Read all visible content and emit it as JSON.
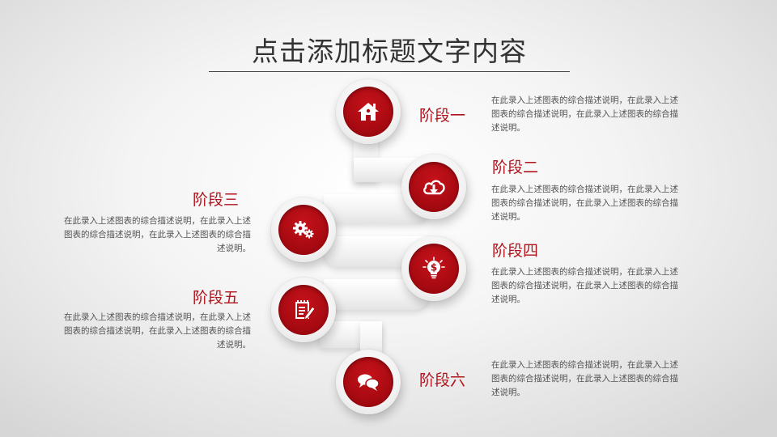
{
  "title": "点击添加标题文字内容",
  "colors": {
    "accent": "#b0141c",
    "disc": "#a90a12",
    "text": "#555555",
    "title": "#333333"
  },
  "stages": [
    {
      "label": "阶段一",
      "icon": "home-icon",
      "desc": "在此录入上述图表的综合描述说明，在此录入上述图表的综合描述说明，在此录入上述图表的综合描述说明。"
    },
    {
      "label": "阶段二",
      "icon": "cloud-download-icon",
      "desc": "在此录入上述图表的综合描述说明，在此录入上述图表的综合描述说明，在此录入上述图表的综合描述说明。"
    },
    {
      "label": "阶段三",
      "icon": "gears-icon",
      "desc": "在此录入上述图表的综合描述说明，在此录入上述图表的综合描述说明，在此录入上述图表的综合描述说明。"
    },
    {
      "label": "阶段四",
      "icon": "lightbulb-dollar-icon",
      "desc": "在此录入上述图表的综合描述说明，在此录入上述图表的综合描述说明，在此录入上述图表的综合描述说明。"
    },
    {
      "label": "阶段五",
      "icon": "notepad-pencil-icon",
      "desc": "在此录入上述图表的综合描述说明，在此录入上述图表的综合描述说明，在此录入上述图表的综合描述说明。"
    },
    {
      "label": "阶段六",
      "icon": "chat-bubbles-icon",
      "desc": "在此录入上述图表的综合描述说明，在此录入上述图表的综合描述说明，在此录入上述图表的综合描述说明。"
    }
  ]
}
